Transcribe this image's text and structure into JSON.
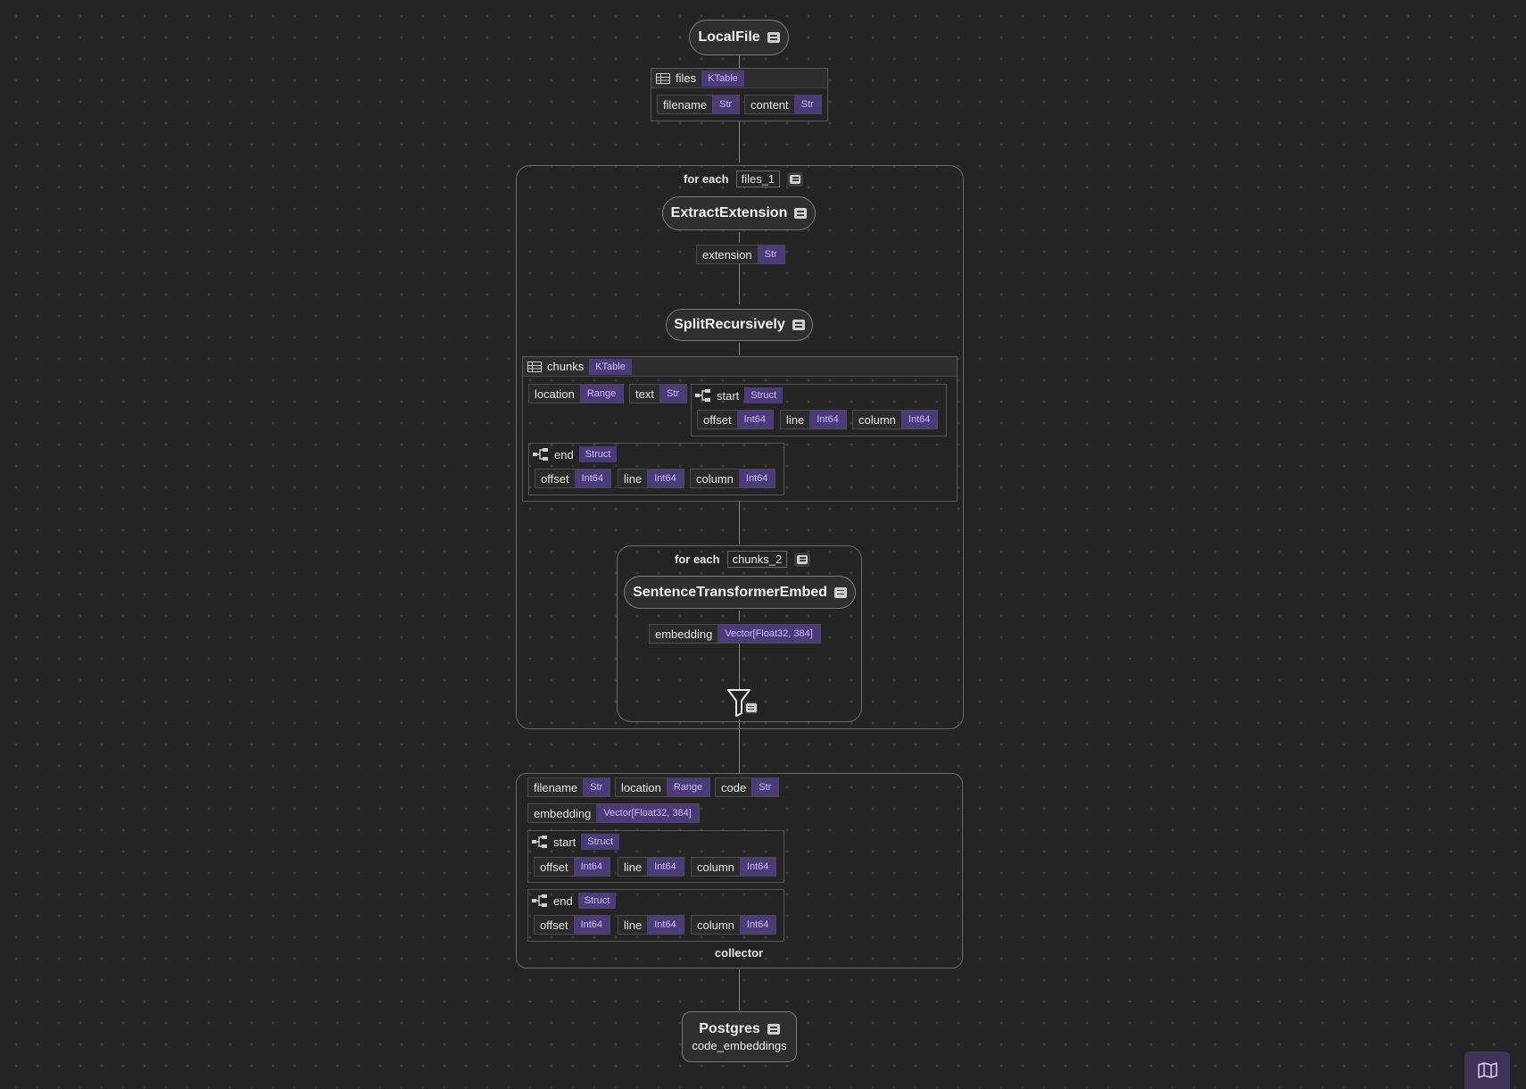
{
  "source": {
    "label": "LocalFile"
  },
  "files_table": {
    "name": "files",
    "type": "KTable",
    "fields": [
      {
        "name": "filename",
        "type": "Str"
      },
      {
        "name": "content",
        "type": "Str"
      }
    ]
  },
  "foreach_outer": {
    "label": "for each",
    "var": "files_1"
  },
  "extract": {
    "label": "ExtractExtension",
    "out": {
      "name": "extension",
      "type": "Str"
    }
  },
  "split": {
    "label": "SplitRecursively"
  },
  "chunks_table": {
    "name": "chunks",
    "type": "KTable",
    "fields": [
      {
        "name": "location",
        "type": "Range"
      },
      {
        "name": "text",
        "type": "Str"
      }
    ],
    "start": {
      "name": "start",
      "type": "Struct",
      "fields": [
        {
          "name": "offset",
          "type": "Int64"
        },
        {
          "name": "line",
          "type": "Int64"
        },
        {
          "name": "column",
          "type": "Int64"
        }
      ]
    },
    "end": {
      "name": "end",
      "type": "Struct",
      "fields": [
        {
          "name": "offset",
          "type": "Int64"
        },
        {
          "name": "line",
          "type": "Int64"
        },
        {
          "name": "column",
          "type": "Int64"
        }
      ]
    }
  },
  "foreach_inner": {
    "label": "for each",
    "var": "chunks_2"
  },
  "embed": {
    "label": "SentenceTransformerEmbed",
    "out": {
      "name": "embedding",
      "type": "Vector[Float32, 384]"
    }
  },
  "collector": {
    "label": "collector",
    "fields_row1": [
      {
        "name": "filename",
        "type": "Str"
      },
      {
        "name": "location",
        "type": "Range"
      },
      {
        "name": "code",
        "type": "Str"
      }
    ],
    "fields_row2": [
      {
        "name": "embedding",
        "type": "Vector[Float32, 384]"
      }
    ],
    "start": {
      "name": "start",
      "type": "Struct",
      "fields": [
        {
          "name": "offset",
          "type": "Int64"
        },
        {
          "name": "line",
          "type": "Int64"
        },
        {
          "name": "column",
          "type": "Int64"
        }
      ]
    },
    "end": {
      "name": "end",
      "type": "Struct",
      "fields": [
        {
          "name": "offset",
          "type": "Int64"
        },
        {
          "name": "line",
          "type": "Int64"
        },
        {
          "name": "column",
          "type": "Int64"
        }
      ]
    }
  },
  "target": {
    "label": "Postgres",
    "subtitle": "code_embeddings"
  },
  "icons": {
    "doc": "document-icon",
    "table": "table-icon",
    "tree": "tree-struct-icon",
    "funnel": "funnel-icon",
    "map": "map-icon"
  },
  "colors": {
    "type_bg": "#4b3b78",
    "type_fg": "#cbbdfa",
    "background": "#242424"
  }
}
